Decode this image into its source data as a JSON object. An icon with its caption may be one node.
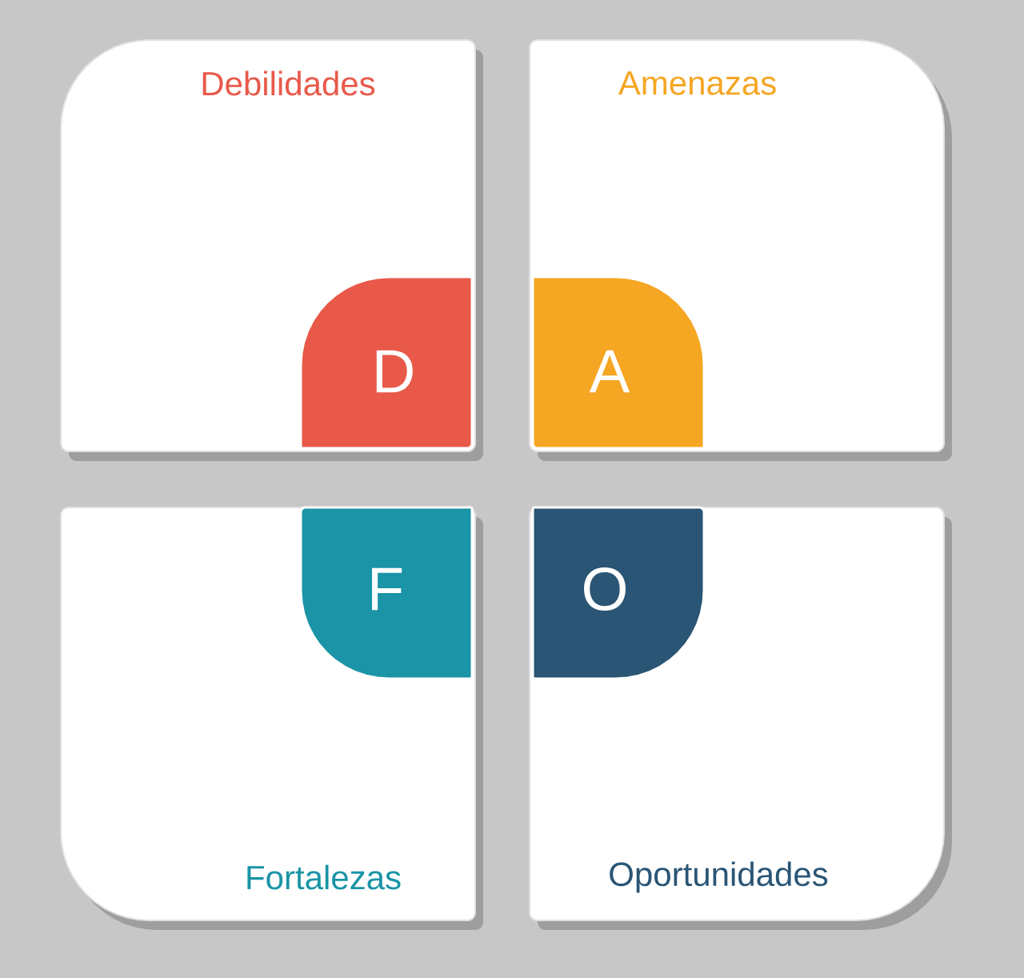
{
  "diagram": {
    "nodes": [
      {
        "text": [
          "Debilidades"
        ]
      },
      {
        "text": [
          "D"
        ],
        "in": 0
      },
      {
        "text": [
          "Amenazas"
        ]
      },
      {
        "text": [
          "A"
        ],
        "in": 2
      },
      {
        "text": [
          "Fortalezas"
        ]
      },
      {
        "text": [
          "F"
        ],
        "in": 4
      },
      {
        "text": [
          "Oportunidades"
        ]
      },
      {
        "text": [
          "O"
        ],
        "in": 6
      }
    ]
  }
}
